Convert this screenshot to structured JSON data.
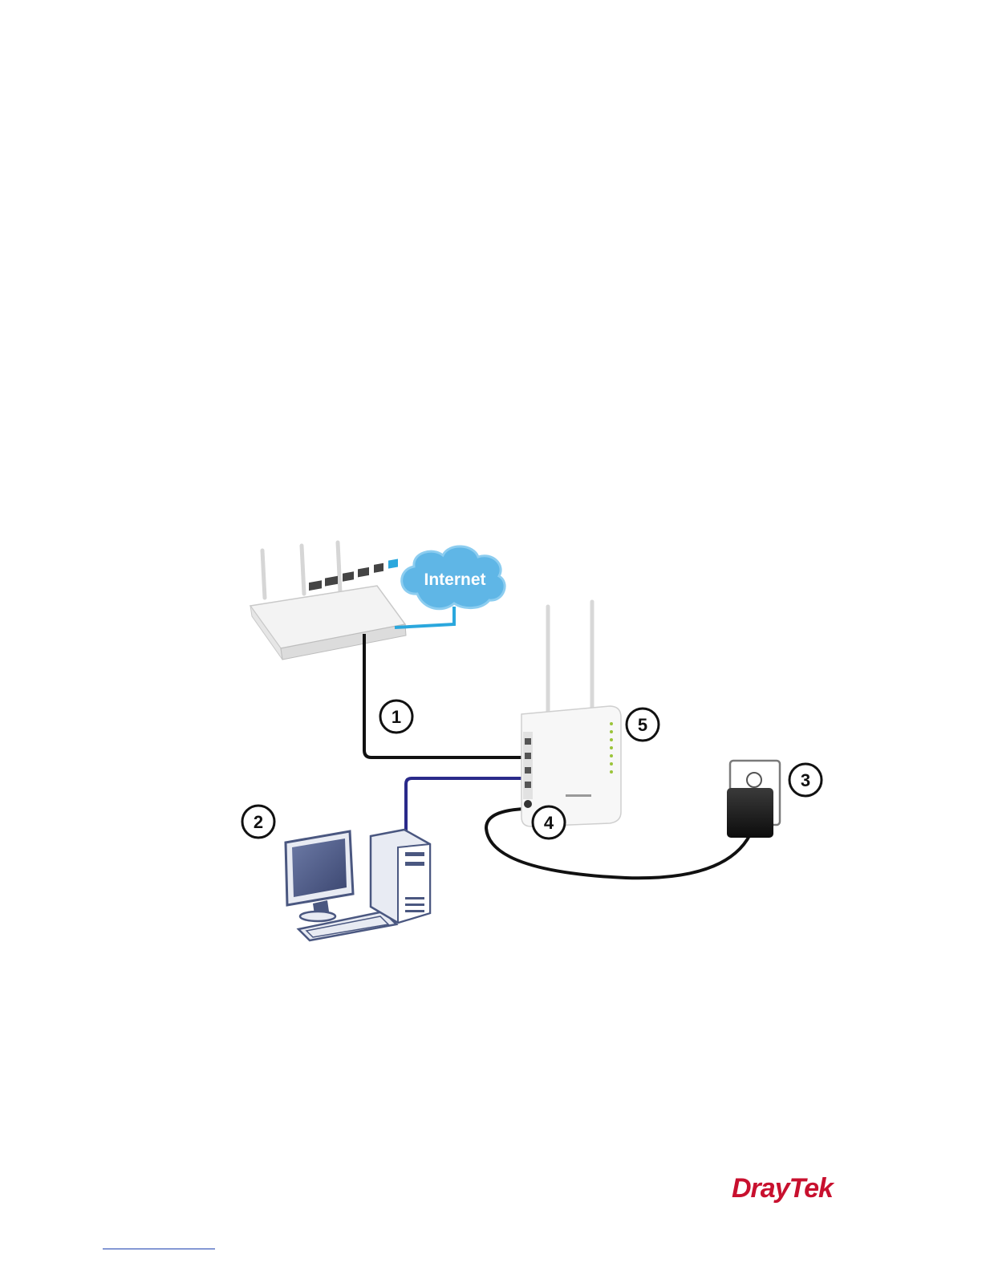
{
  "cloud": {
    "label": "Internet"
  },
  "callouts": [
    "1",
    "2",
    "3",
    "4",
    "5"
  ],
  "brand": {
    "logo_text": "DrayTek",
    "accent": "#c8102e"
  },
  "colors": {
    "cloud": "#5fb6e6",
    "wan_cable": "#2aa7dd",
    "lan_cable_router": "#111111",
    "lan_cable_pc": "#2a2a8a",
    "pc": "#4a5780"
  }
}
